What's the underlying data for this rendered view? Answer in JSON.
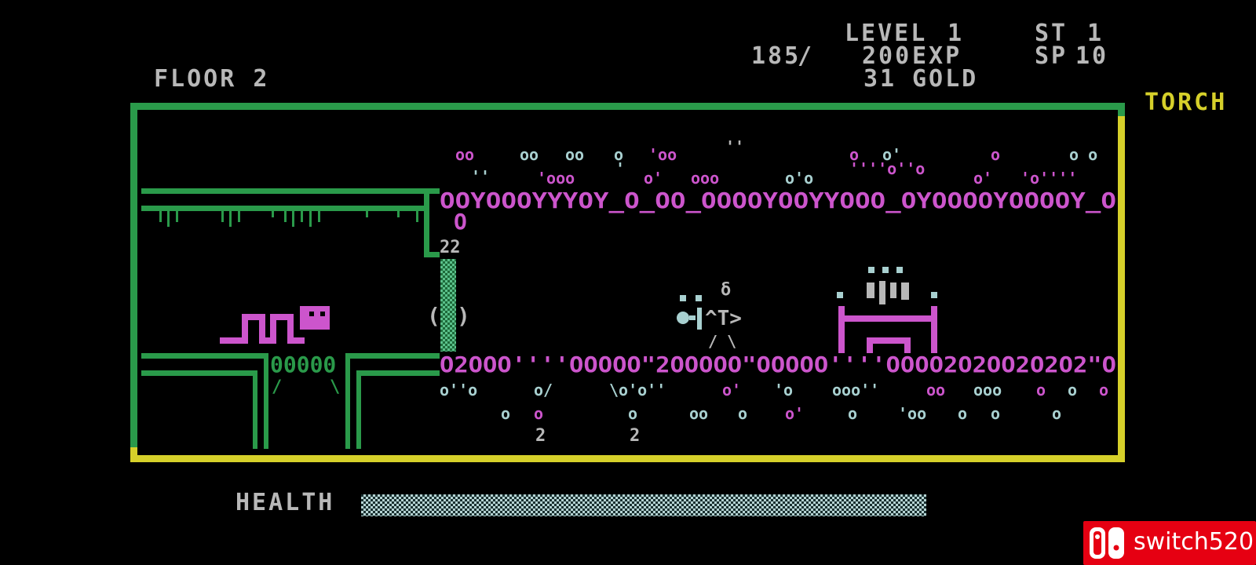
{
  "hud": {
    "floor_label": "FLOOR 2",
    "level_label": "LEVEL",
    "level_value": "1",
    "st_label": "ST",
    "st_value": "1",
    "exp_current": "185",
    "exp_slash": "/",
    "exp_max": "200",
    "exp_label": "EXP",
    "sp_label": "SP",
    "sp_value": "10",
    "gold_value": "31",
    "gold_label": "GOLD",
    "torch_label": "TORCH",
    "health_label": "HEALTH",
    "health_fraction": 1.0
  },
  "colors": {
    "background": "#000000",
    "text": "#b8b8b8",
    "wall_green": "#2a9a4a",
    "torch_yellow": "#d6d02a",
    "magenta": "#cc55cc",
    "cyan": "#a8d0d0",
    "health_bar": "#b5d3d3"
  },
  "watermark": {
    "text": "switch520",
    "icon": "nintendo-switch-logo-icon"
  }
}
